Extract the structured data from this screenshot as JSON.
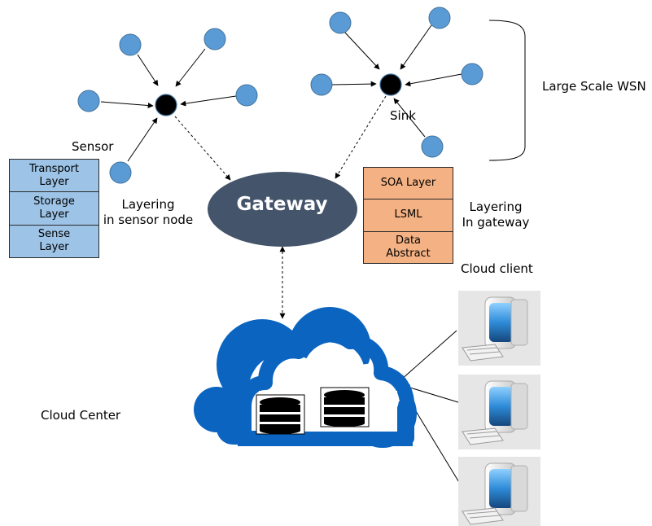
{
  "labels": {
    "sensor": "Sensor",
    "sink": "Sink",
    "large_scale_wsn": "Large Scale WSN",
    "layering_sensor_node": "Layering\nin sensor node",
    "layering_gateway": "Layering\nIn gateway",
    "gateway": "Gateway",
    "cloud_client": "Cloud client",
    "cloud_center": "Cloud Center"
  },
  "sensor_layers": [
    "Transport\nLayer",
    "Storage\nLayer",
    "Sense\nLayer"
  ],
  "gateway_layers": [
    "SOA Layer",
    "LSML",
    "Data\nAbstract"
  ],
  "colors": {
    "sensor_node": "#5b9bd5",
    "cluster_head": "#000000",
    "gateway": "#44546a",
    "cloud": "#0b64c0",
    "sensor_layer": "#9dc3e6",
    "gateway_layer": "#f4b183",
    "client_monitor": "#2e8bd8"
  },
  "icons": [
    "sensor-node-icon",
    "cluster-head-icon",
    "database-icon",
    "desktop-computer-icon",
    "cloud-icon"
  ]
}
